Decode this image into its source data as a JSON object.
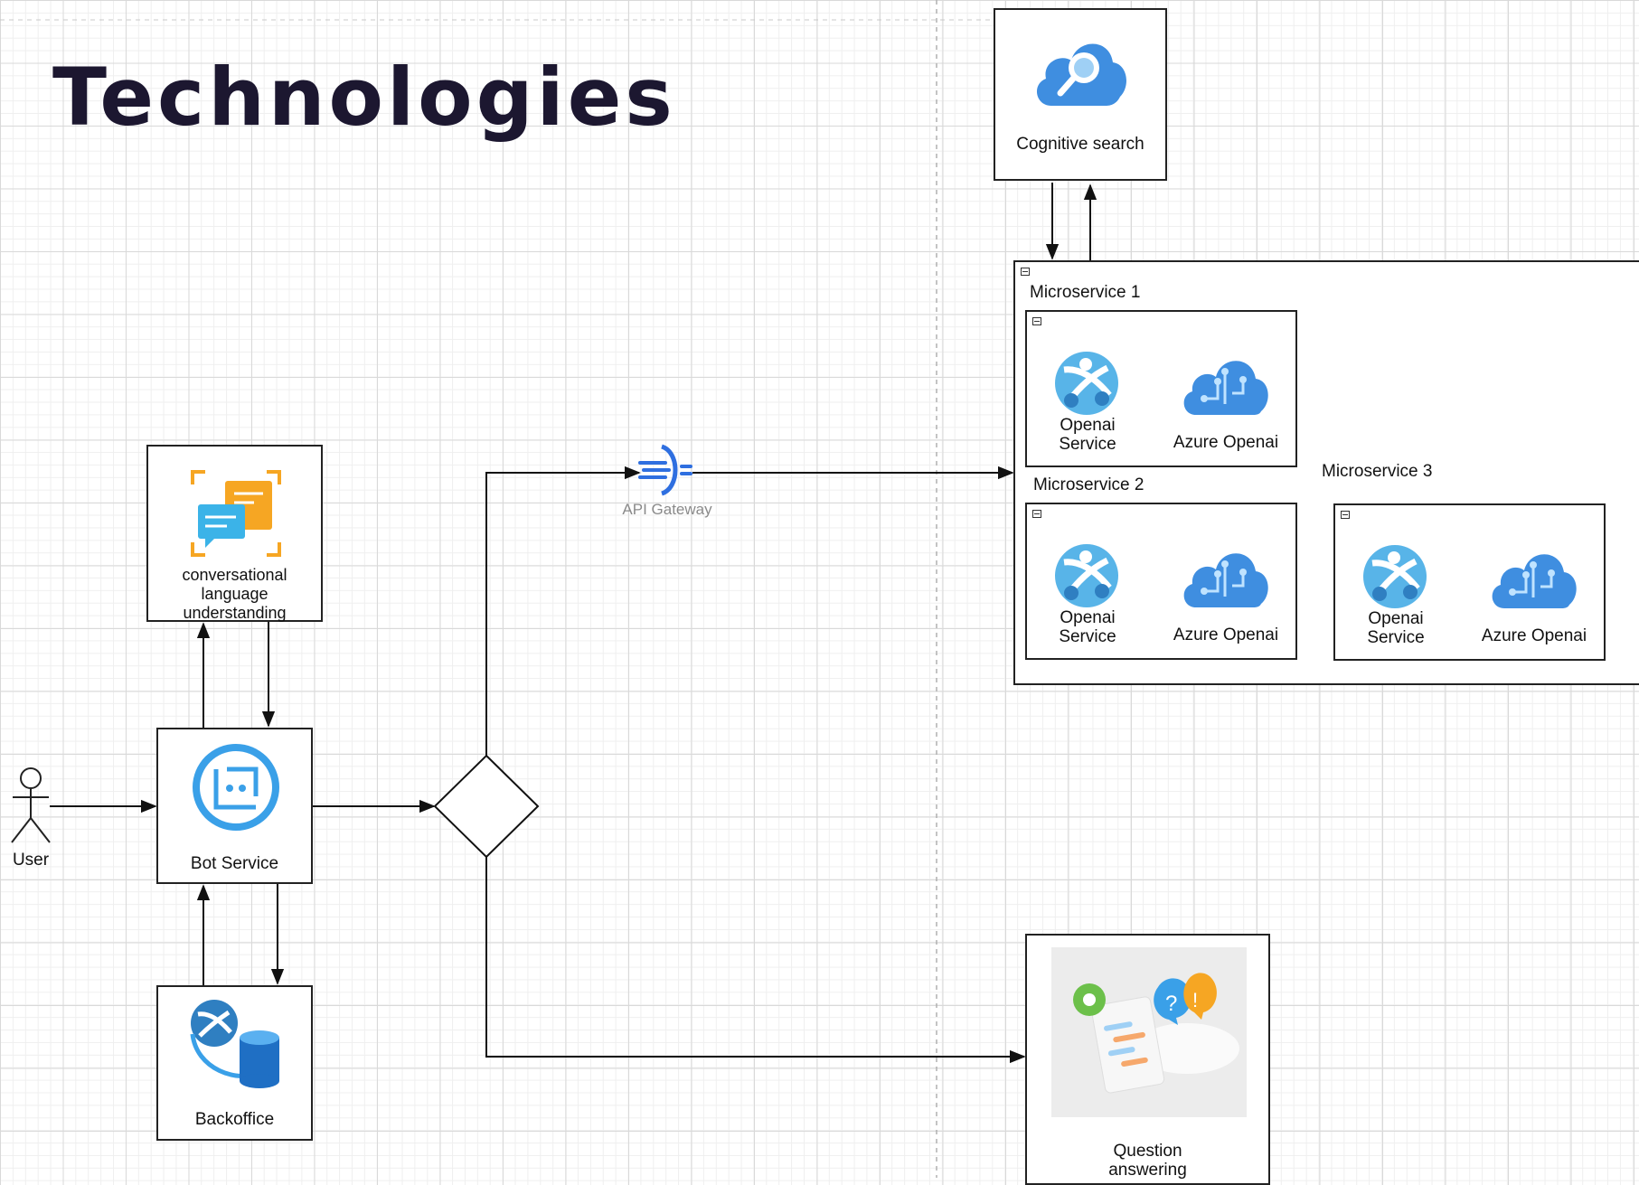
{
  "title": "Technologies",
  "nodes": {
    "cognitive_search": "Cognitive search",
    "microservice_1": "Microservice   1",
    "microservice_2": "Microservice 2",
    "microservice_3": "Microservice   3",
    "openai_service": "Openai\nService",
    "azure_openai": "Azure Openai",
    "api_gateway": "API Gateway",
    "clu": "conversational\nlanguage\nunderstanding",
    "user": "User",
    "bot_service": "Bot Service",
    "backoffice": "Backoffice",
    "question_answering": "Question\nanswering"
  },
  "colors": {
    "azure_blue": "#3f8ee0",
    "azure_light": "#58b4e8",
    "accent_orange": "#f6a623",
    "grid": "#d9d9d9",
    "title": "#1c1730"
  },
  "icons": [
    "cloud-search-icon",
    "app-service-icon",
    "azure-openai-icon",
    "api-gateway-icon",
    "chat-bubbles-icon",
    "bot-icon",
    "app-database-icon",
    "qna-icon",
    "person-icon"
  ]
}
